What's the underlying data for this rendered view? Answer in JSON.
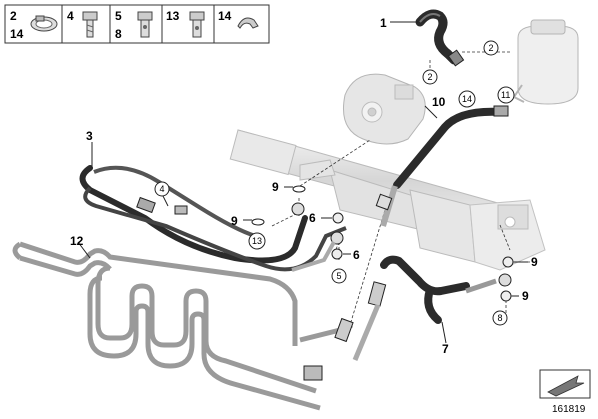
{
  "legend": [
    {
      "labels": [
        "2",
        "14"
      ],
      "icon": "hose-clamp-icon"
    },
    {
      "labels": [
        "4"
      ],
      "icon": "hex-bolt-icon"
    },
    {
      "labels": [
        "5",
        "8"
      ],
      "icon": "banjo-bolt-icon"
    },
    {
      "labels": [
        "13"
      ],
      "icon": "hollow-bolt-icon"
    },
    {
      "labels": [
        "14"
      ],
      "icon": "clip-clamp-icon"
    }
  ],
  "callouts": {
    "p1": "1",
    "p2a": "2",
    "p2b": "2",
    "p3": "3",
    "p4": "4",
    "p5": "5",
    "p6a": "6",
    "p6b": "6",
    "p7": "7",
    "p8": "8",
    "p9a": "9",
    "p9b": "9",
    "p9c": "9",
    "p9d": "9",
    "p10": "10",
    "p11": "11",
    "p12": "12",
    "p13": "13",
    "p14": "14"
  },
  "diagram_id": "161819",
  "colors": {
    "ink": "#222222",
    "hose": "#2b2b2b",
    "part_light": "#d7d7d7",
    "part_mid": "#bdbdbd"
  }
}
